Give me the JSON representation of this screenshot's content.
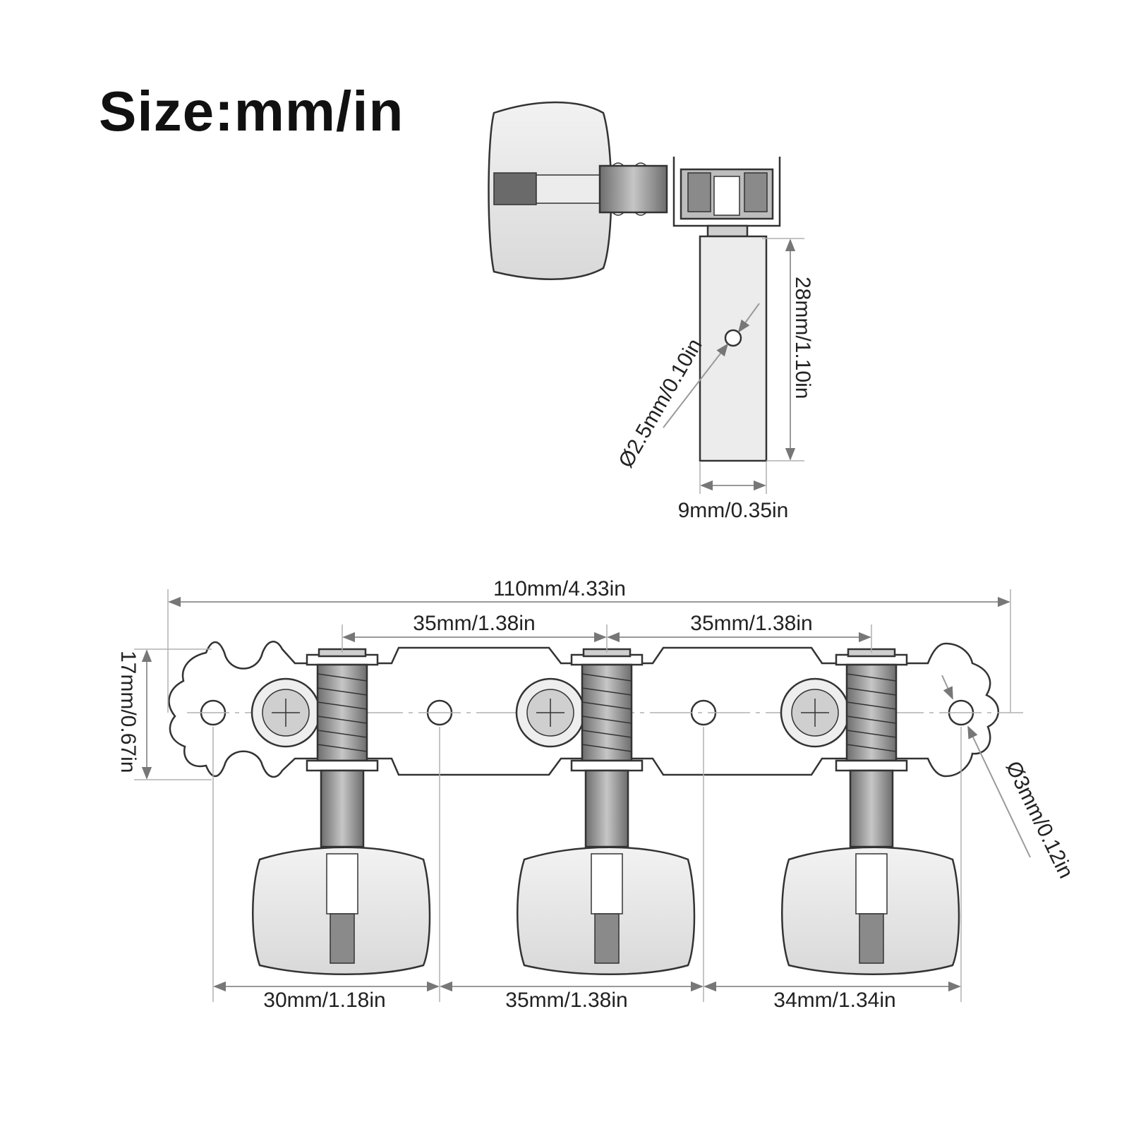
{
  "title": "Size:mm/in",
  "side_view": {
    "post_length": "28mm/1.10in",
    "hole_diameter": "Ø2.5mm/0.10in",
    "post_width": "9mm/0.35in"
  },
  "front_view": {
    "overall_length": "110mm/4.33in",
    "spacing_left": "35mm/1.38in",
    "spacing_right": "35mm/1.38in",
    "plate_height": "17mm/0.67in",
    "screw_hole_diameter": "Ø3mm/0.12in",
    "bottom_left": "30mm/1.18in",
    "bottom_middle": "35mm/1.38in",
    "bottom_right": "34mm/1.34in"
  },
  "colors": {
    "outline": "#333333",
    "dimension_line": "#9a9a9a",
    "metal": "#d6d6d6",
    "button": "#e6e6e6"
  }
}
